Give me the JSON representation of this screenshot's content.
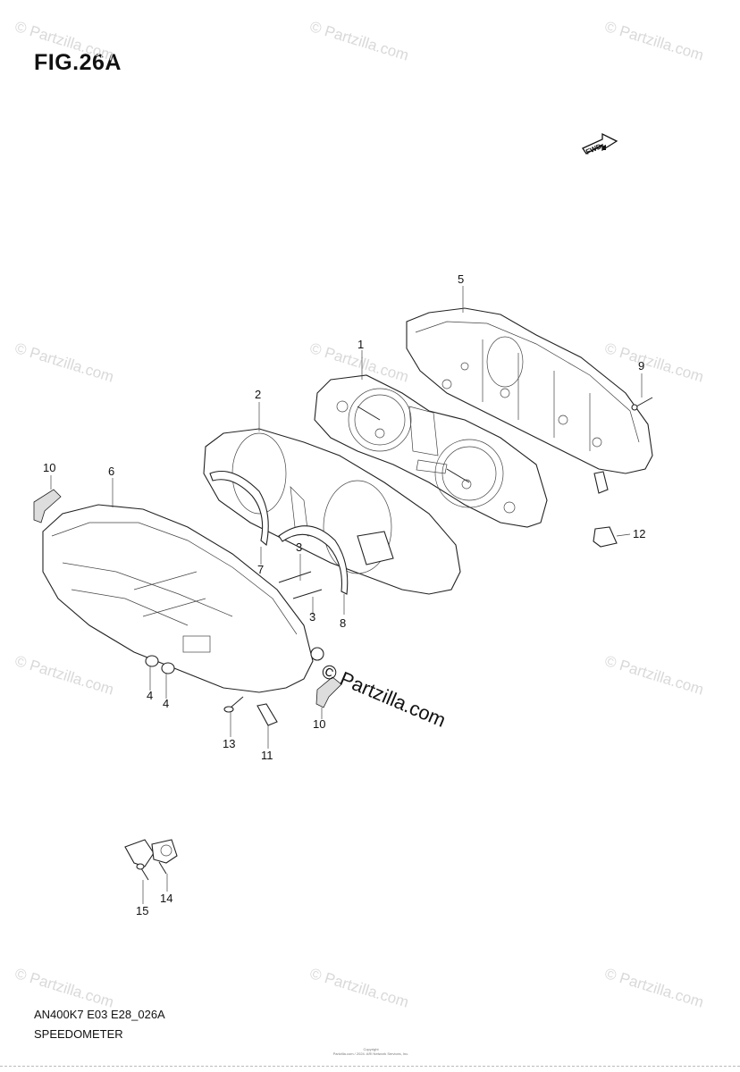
{
  "header": {
    "title": "FIG.26A"
  },
  "footer": {
    "code": "AN400K7 E03 E28_026A",
    "name": "SPEEDOMETER"
  },
  "fwd_label": "FWD",
  "copyright_lines": [
    "Copyright",
    "Partzilla.com / 2024. ARI Network Services, Inc."
  ],
  "watermark_text": "© Partzilla.com",
  "center_watermark": "© Partzilla.com",
  "callouts": [
    {
      "id": "c1",
      "label": "1"
    },
    {
      "id": "c2",
      "label": "2"
    },
    {
      "id": "c3a",
      "label": "3"
    },
    {
      "id": "c3b",
      "label": "3"
    },
    {
      "id": "c4a",
      "label": "4"
    },
    {
      "id": "c4b",
      "label": "4"
    },
    {
      "id": "c5",
      "label": "5"
    },
    {
      "id": "c6",
      "label": "6"
    },
    {
      "id": "c7",
      "label": "7"
    },
    {
      "id": "c8",
      "label": "8"
    },
    {
      "id": "c9",
      "label": "9"
    },
    {
      "id": "c10a",
      "label": "10"
    },
    {
      "id": "c10b",
      "label": "10"
    },
    {
      "id": "c11",
      "label": "11"
    },
    {
      "id": "c12",
      "label": "12"
    },
    {
      "id": "c13",
      "label": "13"
    },
    {
      "id": "c14",
      "label": "14"
    },
    {
      "id": "c15",
      "label": "15"
    }
  ]
}
